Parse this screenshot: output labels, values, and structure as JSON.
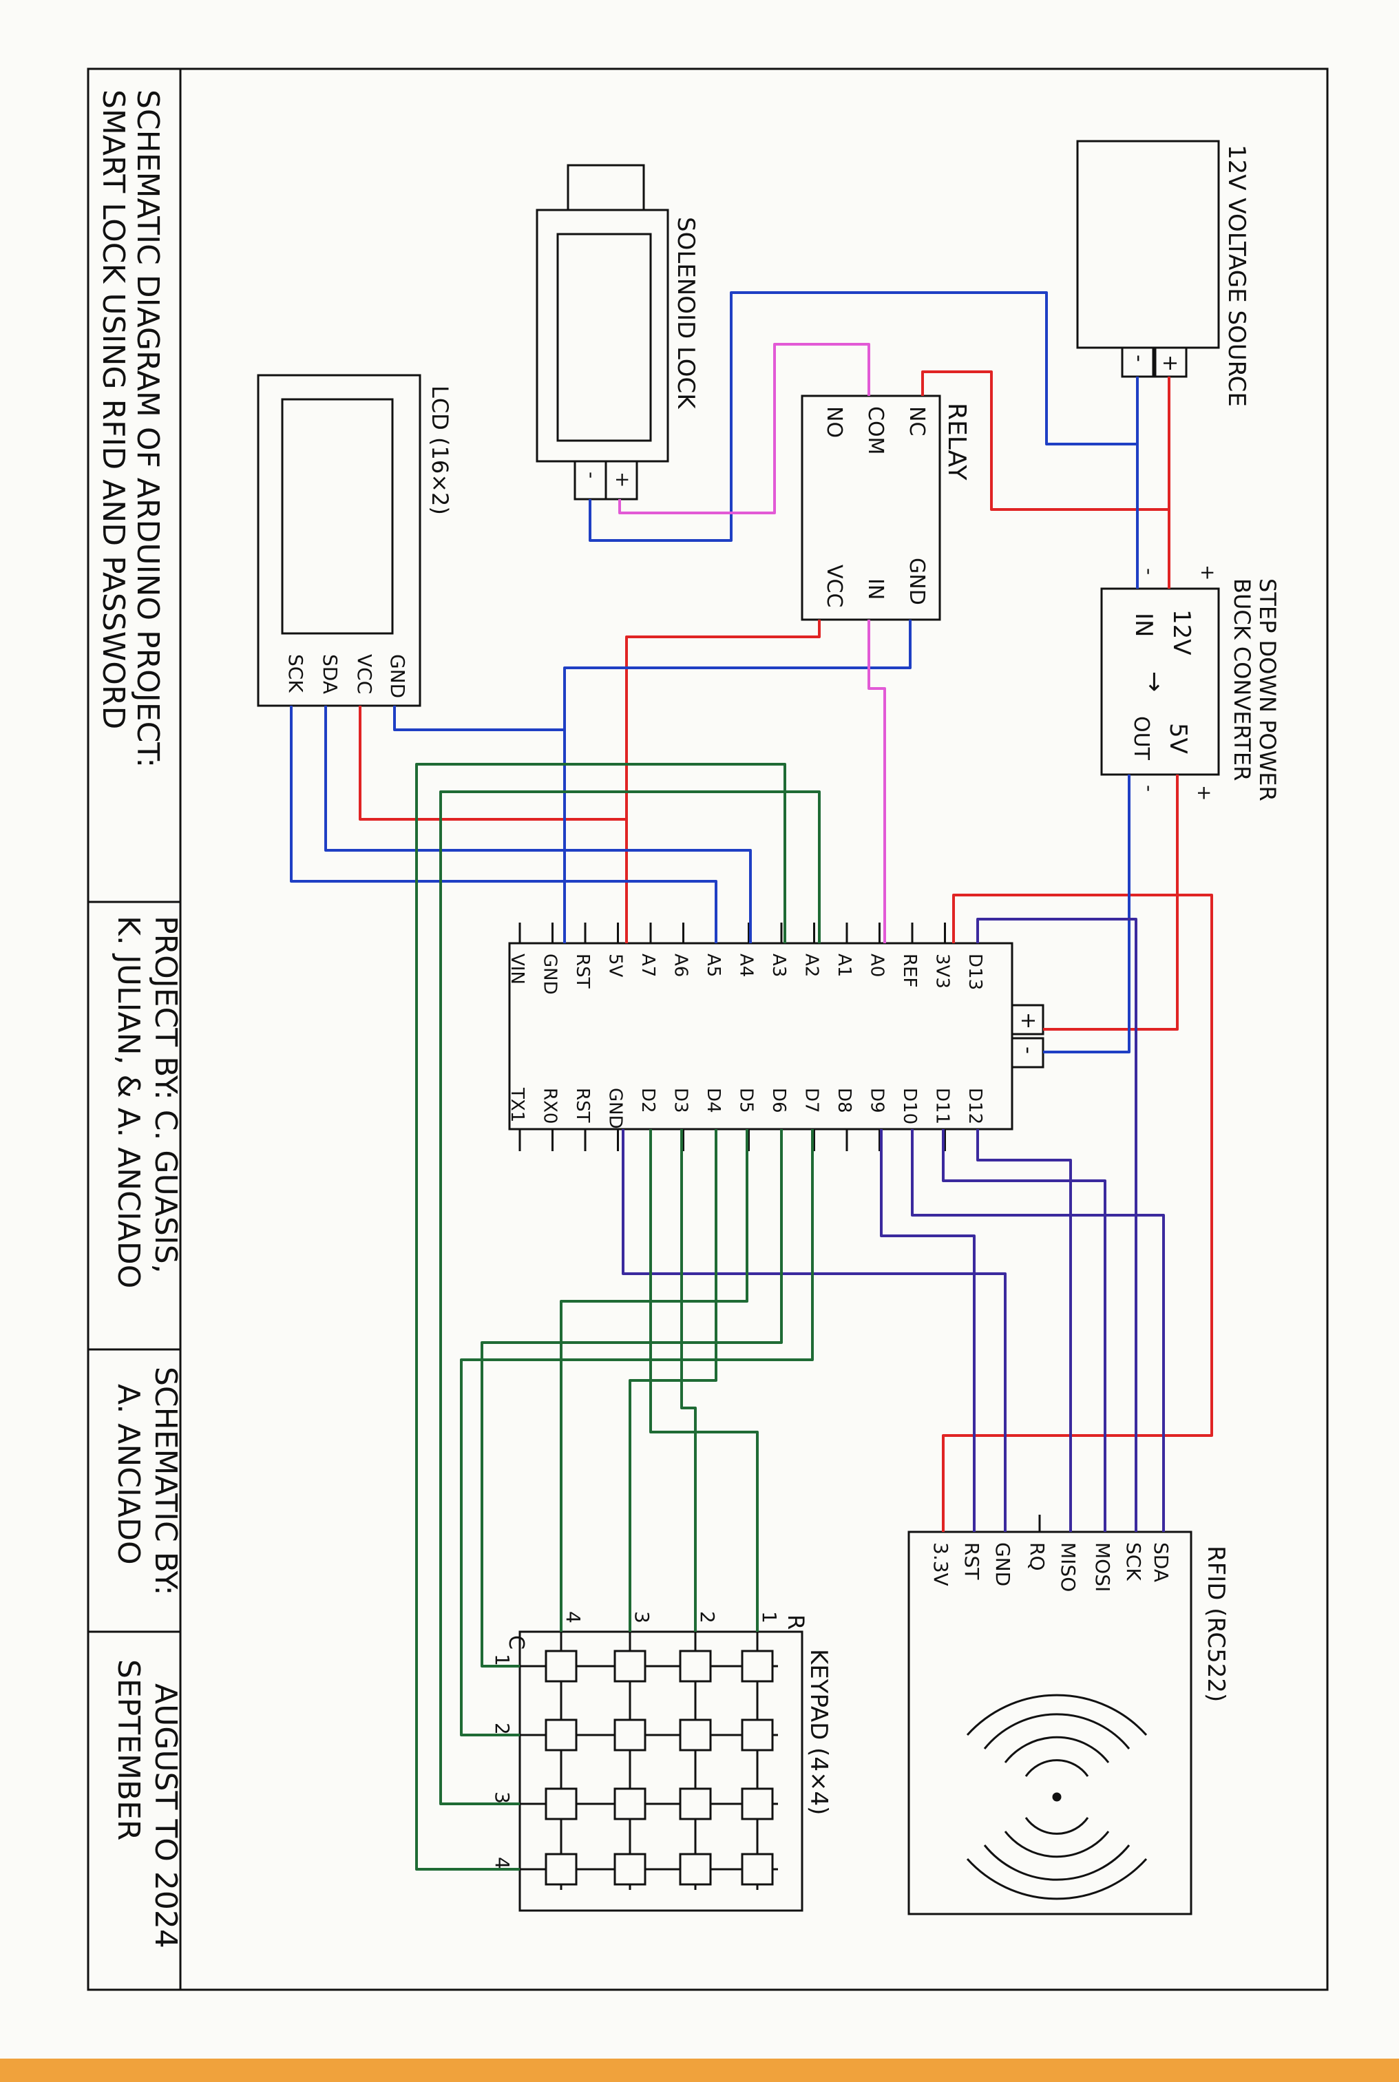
{
  "title_block": {
    "title_line1": "SCHEMATIC DIAGRAM OF ARDUINO PROJECT:",
    "title_line2": "SMART LOCK USING RFID AND PASSWORD",
    "project_by_line1": "PROJECT BY: C. GUASIS,",
    "project_by_line2": "K. JULIAN, & A. ANCIADO",
    "schematic_by_line1": "SCHEMATIC BY:",
    "schematic_by_line2": "A. ANCIADO",
    "date_line1": "AUGUST TO 2024",
    "date_line2": "SEPTEMBER"
  },
  "components": {
    "voltage_source": {
      "label": "12V VOLTAGE SOURCE",
      "minus": "-",
      "plus": "+"
    },
    "buck_converter": {
      "label_line1": "STEP DOWN POWER",
      "label_line2": "BUCK CONVERTER",
      "in_voltage": "12V",
      "in_label": "IN",
      "arrow": "→",
      "out_voltage": "5V",
      "out_label": "OUT",
      "in_plus": "+",
      "in_minus": "-",
      "out_plus": "+",
      "out_minus": "-"
    },
    "relay": {
      "label": "RELAY",
      "pins_top": [
        "NC",
        "COM",
        "NO"
      ],
      "pins_bottom": [
        "GND",
        "IN",
        "VCC"
      ]
    },
    "solenoid_lock": {
      "label": "SOLENOID LOCK",
      "minus": "-",
      "plus": "+"
    },
    "lcd": {
      "label": "LCD (16×2)",
      "pins": [
        "GND",
        "VCC",
        "SDA",
        "SCK"
      ]
    },
    "arduino": {
      "top_pins": [
        "D13",
        "3V3",
        "REF",
        "A0",
        "A1",
        "A2",
        "A3",
        "A4",
        "A5",
        "A6",
        "A7",
        "5V",
        "RST",
        "GND",
        "VIN"
      ],
      "bottom_pins": [
        "D12",
        "D11",
        "D10",
        "D9",
        "D8",
        "D7",
        "D6",
        "D5",
        "D4",
        "D3",
        "D2",
        "GND",
        "RST",
        "RX0",
        "TX1"
      ],
      "power_plus": "+",
      "power_minus": "-"
    },
    "rfid": {
      "label": "RFID (RC522)",
      "pins": [
        "SDA",
        "SCK",
        "MOSI",
        "MISO",
        "RQ",
        "GND",
        "RST",
        "3.3V"
      ]
    },
    "keypad": {
      "label": "KEYPAD (4×4)",
      "row_marker": "R",
      "col_marker": "C",
      "row_numbers": [
        "1",
        "2",
        "3",
        "4"
      ],
      "col_numbers": [
        "1",
        "2",
        "3",
        "4"
      ]
    }
  },
  "colors": {
    "red": "#e02424",
    "blue": "#1f3fc4",
    "purple": "#3b2a9e",
    "green": "#1f6b35",
    "magenta": "#e25ad6",
    "ink": "#111111"
  }
}
